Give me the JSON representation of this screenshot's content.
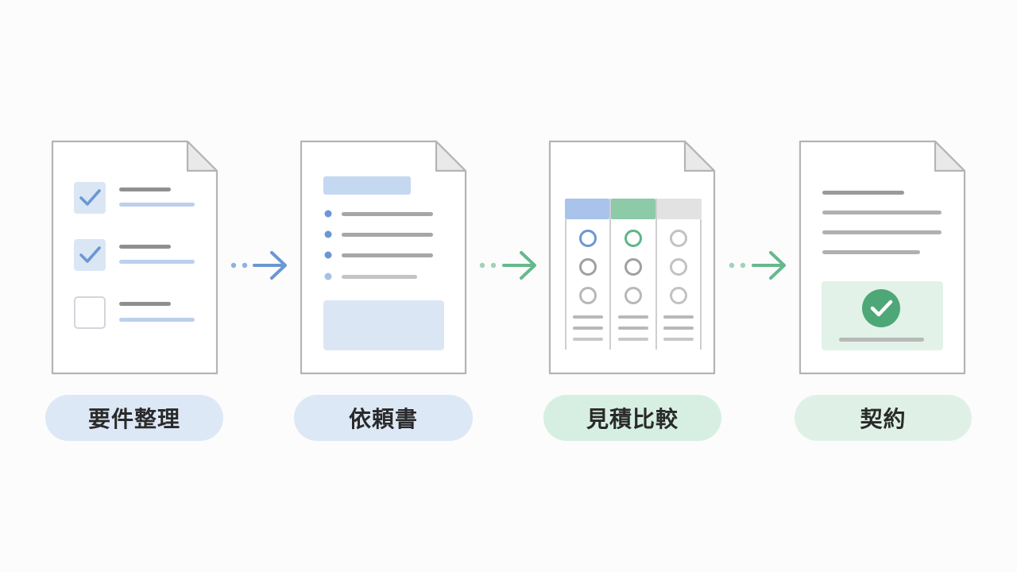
{
  "steps": [
    {
      "id": "requirements",
      "label": "要件整理",
      "pill_color": "#dde8f6",
      "accent": "#6b97d4"
    },
    {
      "id": "request",
      "label": "依頼書",
      "pill_color": "#dde8f6",
      "accent": "#6b97d4"
    },
    {
      "id": "quote-compare",
      "label": "見積比較",
      "pill_color": "#d6efe2",
      "accent": "#5fb589"
    },
    {
      "id": "contract",
      "label": "契約",
      "pill_color": "#dff1e6",
      "accent": "#4ea776"
    }
  ],
  "icons": {
    "doc1": "checklist-document-icon",
    "doc2": "request-form-document-icon",
    "doc3": "comparison-table-document-icon",
    "doc4": "signed-contract-document-icon",
    "arrow": "dotted-arrow-right-icon",
    "check": "check-circle-icon"
  },
  "colors": {
    "blue": "#6b97d4",
    "blue_light": "#dbe6f5",
    "green": "#4ea776",
    "green_light": "#e2f2e9",
    "gray_line": "#9c9c9c",
    "doc_border": "#b4b4b4"
  }
}
